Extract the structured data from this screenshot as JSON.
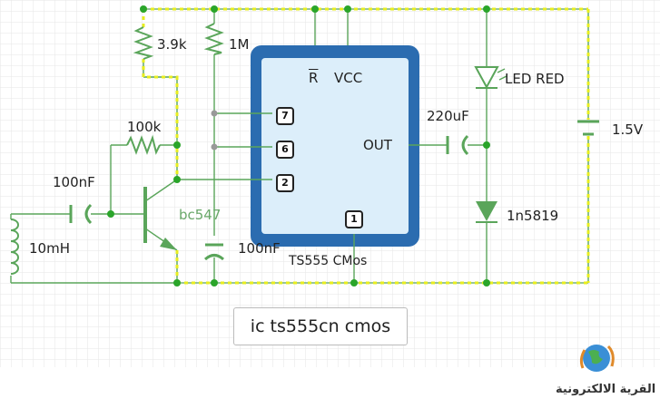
{
  "colors": {
    "wire": "#5aa55a",
    "rail_dash": "#e8ee1e",
    "ic_border": "#2b6cb0",
    "ic_fill": "#dceefa",
    "led": "#5aa55a"
  },
  "ic": {
    "reset_label": "R",
    "vcc_label": "VCC",
    "out_label": "OUT",
    "name": "TS555 CMos",
    "pins": [
      "7",
      "6",
      "2",
      "1"
    ]
  },
  "components": {
    "r1": "3.9k",
    "r2": "1M",
    "r3": "100k",
    "c_in": "100nF",
    "c_timing": "100nF",
    "c_out": "220uF",
    "transistor": "bc547",
    "inductor": "10mH",
    "led": "LED RED",
    "diode": "1n5819",
    "battery": "1.5V"
  },
  "caption": "ic ts555cn cmos",
  "watermark": {
    "icon": "globe-logo-icon",
    "text": "القرية الالكترونية"
  }
}
